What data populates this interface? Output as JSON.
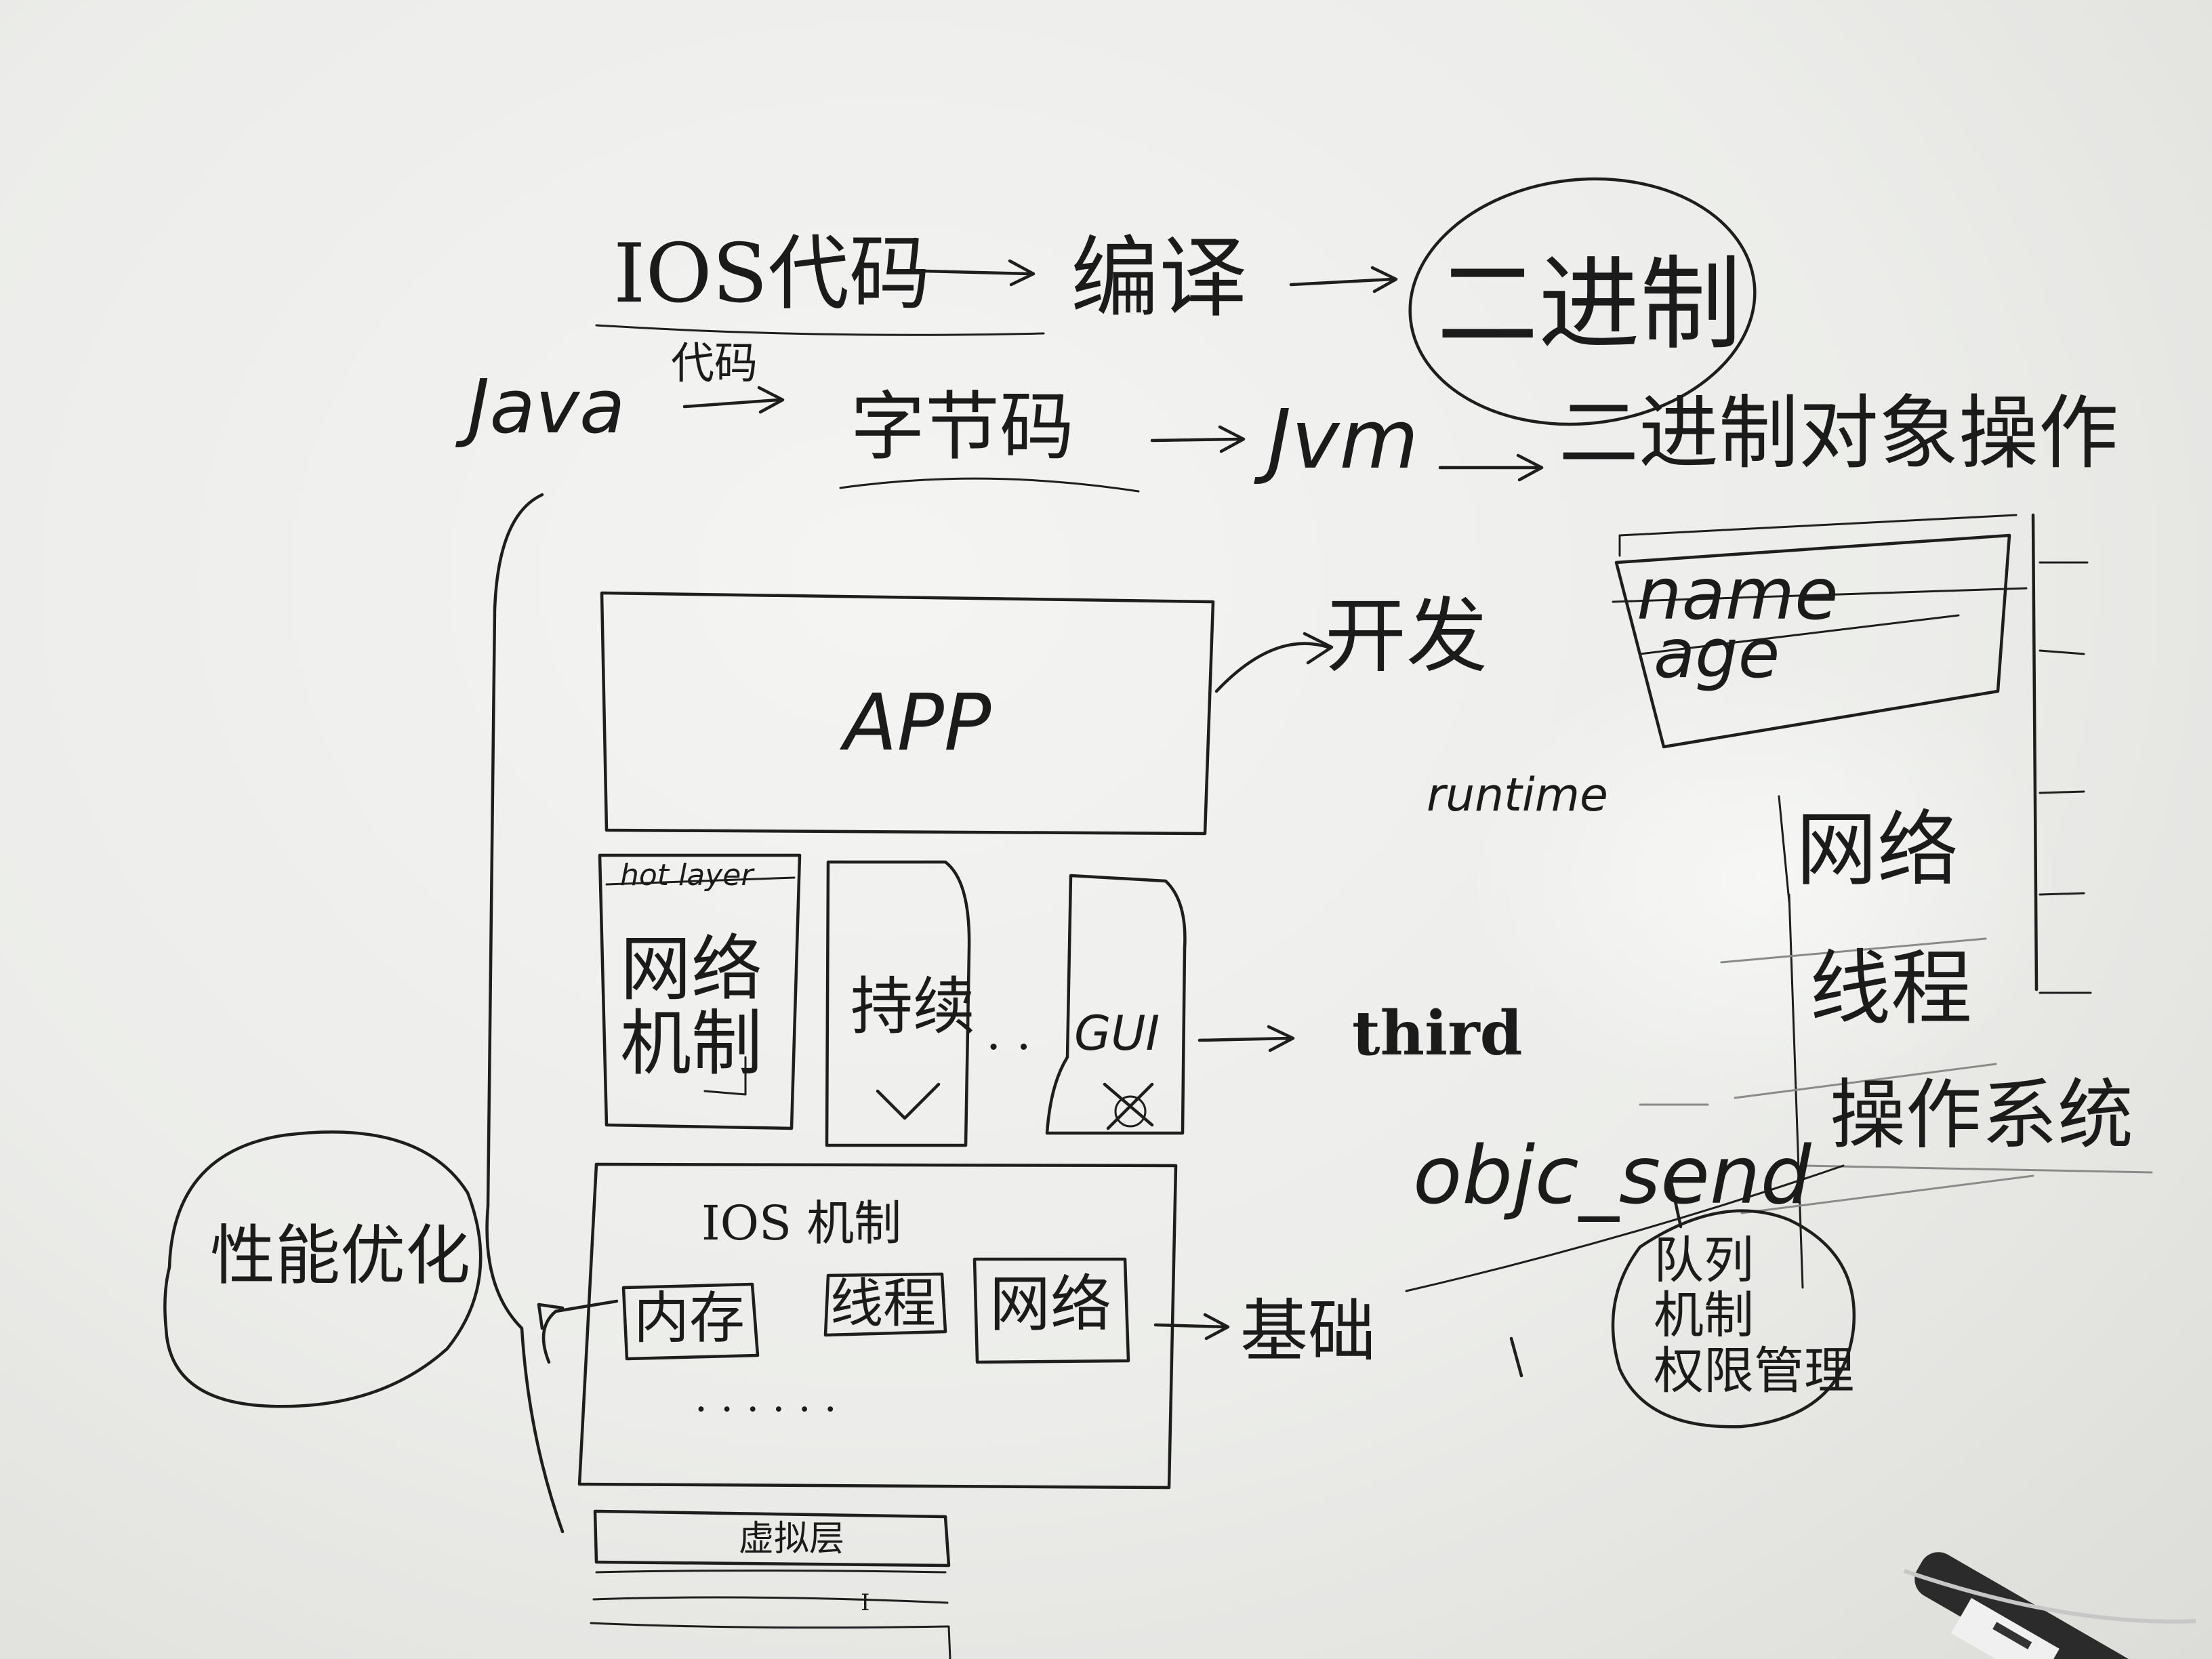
{
  "ios_flow": {
    "source": "IOS代码",
    "compile": "编译",
    "binary": "二进制"
  },
  "java_flow": {
    "lang": "Java",
    "code": "代码",
    "bytecode": "字节码",
    "jvm": "Jvm",
    "output": "二进制对象操作"
  },
  "record_box": {
    "name": "name",
    "age": "age"
  },
  "app_box": {
    "label": "APP",
    "arrow_note": "开发"
  },
  "runtime_label": "runtime",
  "hot_layer": {
    "title": "hot layer",
    "left_box": "网络\n机制",
    "middle_box": "持续",
    "dots": "· ·",
    "right_box": "GUI",
    "third_label": "third"
  },
  "ios_layer": {
    "title": "IOS 机制",
    "items": [
      "内存",
      "线程",
      "网络"
    ],
    "ellipsis": "· · · · · ·",
    "arrow_note": "基础"
  },
  "bubble_left": "性能优化",
  "objc": {
    "label": "objc_send",
    "bubble": "队列\n机制\n权限管理"
  },
  "right_list": [
    "网络",
    "线程",
    "操作系统"
  ],
  "bottom_layers": [
    "虚拟层",
    "I"
  ]
}
